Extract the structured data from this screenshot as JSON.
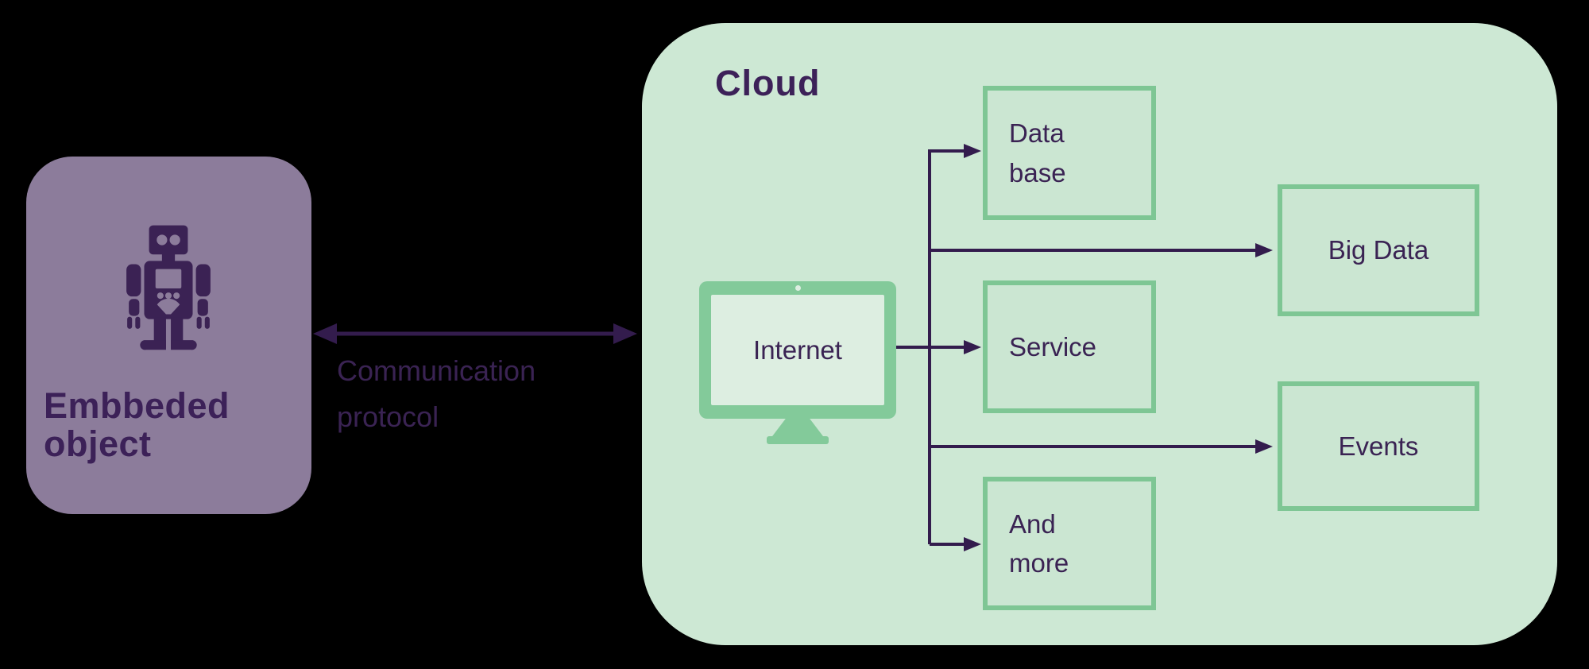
{
  "embedded_panel": {
    "label": "Embbeded object",
    "icon": "robot-icon"
  },
  "link": {
    "label": "Communication protocol",
    "arrow": "double-headed-arrow"
  },
  "cloud_panel": {
    "title": "Cloud",
    "internet": {
      "label": "Internet",
      "icon": "monitor-icon"
    },
    "nodes": {
      "database": "Data base",
      "bigdata": "Big Data",
      "service": "Service",
      "events": "Events",
      "andmore": "And more"
    }
  },
  "colors": {
    "background": "#000000",
    "panel_purple": "#8c7c9b",
    "ink_purple": "#3a2353",
    "title_purple": "#3c2158",
    "cloud_green": "#cde8d4",
    "node_border_green": "#7ec694",
    "node_fill_green": "#cbe6d2",
    "monitor_green": "#83ca9a",
    "screen_green": "#ddeee1"
  }
}
